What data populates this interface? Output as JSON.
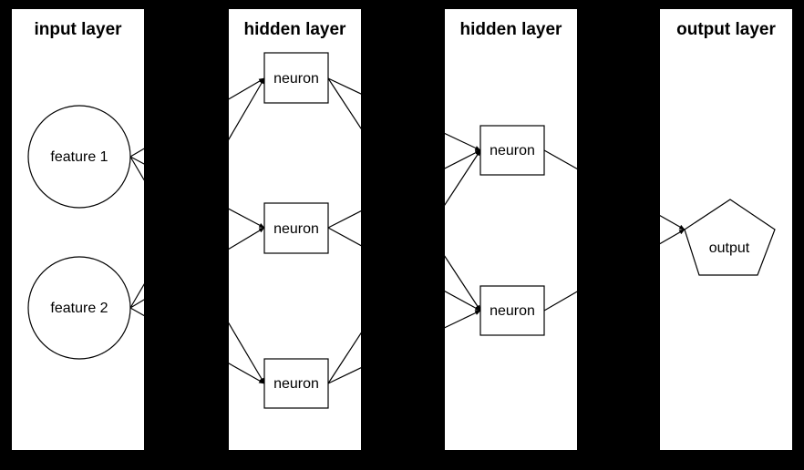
{
  "diagram": {
    "type": "neural-network",
    "background_color": "#000000",
    "panel_color": "#ffffff",
    "stroke_color": "#000000",
    "layers": [
      {
        "title": "input layer",
        "nodes": [
          {
            "id": "f1",
            "label": "feature 1",
            "shape": "circle"
          },
          {
            "id": "f2",
            "label": "feature 2",
            "shape": "circle"
          }
        ]
      },
      {
        "title": "hidden layer",
        "nodes": [
          {
            "id": "h1a",
            "label": "neuron",
            "shape": "rect"
          },
          {
            "id": "h1b",
            "label": "neuron",
            "shape": "rect"
          },
          {
            "id": "h1c",
            "label": "neuron",
            "shape": "rect"
          }
        ]
      },
      {
        "title": "hidden layer",
        "nodes": [
          {
            "id": "h2a",
            "label": "neuron",
            "shape": "rect"
          },
          {
            "id": "h2b",
            "label": "neuron",
            "shape": "rect"
          }
        ]
      },
      {
        "title": "output layer",
        "nodes": [
          {
            "id": "out",
            "label": "output",
            "shape": "pentagon"
          }
        ]
      }
    ],
    "connections": [
      [
        "f1",
        "h1a"
      ],
      [
        "f1",
        "h1b"
      ],
      [
        "f1",
        "h1c"
      ],
      [
        "f2",
        "h1a"
      ],
      [
        "f2",
        "h1b"
      ],
      [
        "f2",
        "h1c"
      ],
      [
        "h1a",
        "h2a"
      ],
      [
        "h1a",
        "h2b"
      ],
      [
        "h1b",
        "h2a"
      ],
      [
        "h1b",
        "h2b"
      ],
      [
        "h1c",
        "h2a"
      ],
      [
        "h1c",
        "h2b"
      ],
      [
        "h2a",
        "out"
      ],
      [
        "h2b",
        "out"
      ]
    ]
  }
}
